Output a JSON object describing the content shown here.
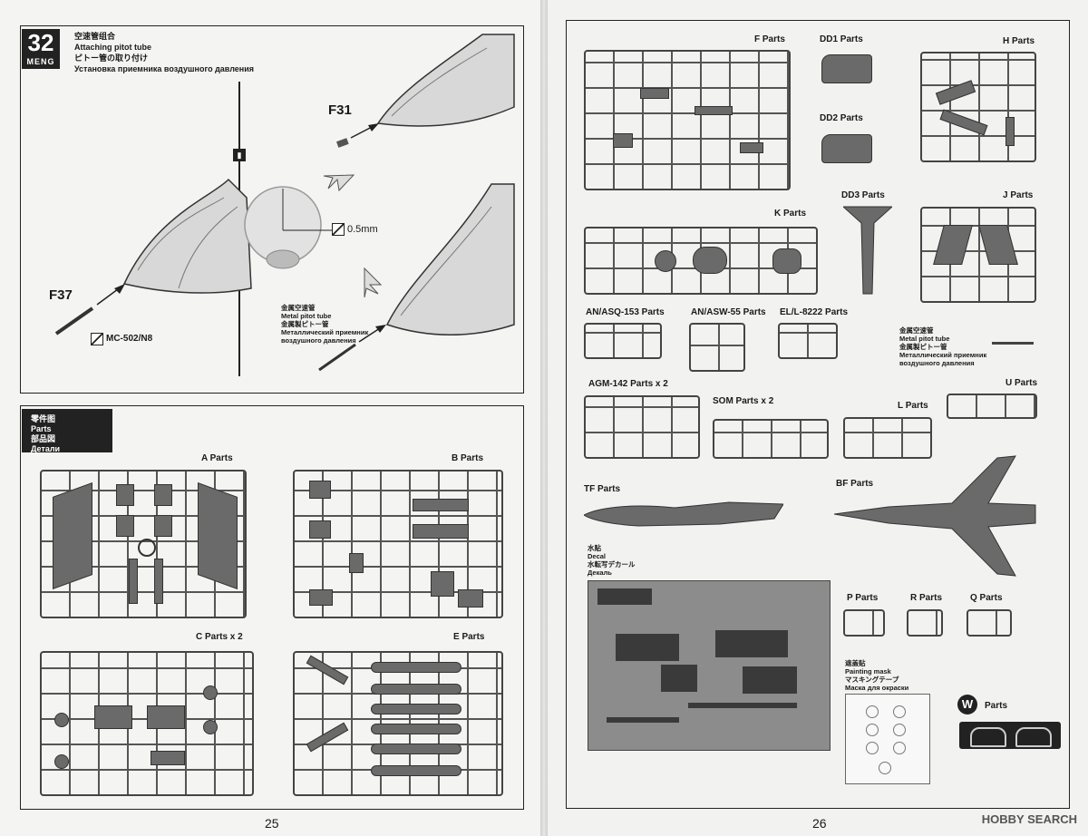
{
  "left": {
    "step": {
      "number": "32",
      "brand": "MENG",
      "title_zh": "空速管组合",
      "title_en": "Attaching pitot tube",
      "title_ja": "ピトー管の取り付け",
      "title_ru": "Установка приемника воздушного давления"
    },
    "callouts": {
      "f31": "F31",
      "f37": "F37",
      "drill": "0.5mm",
      "paint": "MC-502/N8"
    },
    "metal_tube": {
      "zh": "金属空速管",
      "en": "Metal pitot tube",
      "ja": "金属製ピトー管",
      "ru1": "Металлический приемник",
      "ru2": "воздушного давления"
    },
    "parts_header": {
      "zh": "零件图",
      "en": "Parts",
      "ja": "部品図",
      "ru": "Детали"
    },
    "sprue_labels": {
      "a": "A Parts",
      "b": "B Parts",
      "c": "C Parts x 2",
      "e": "E Parts"
    },
    "page_number": "25"
  },
  "right": {
    "labels": {
      "f": "F Parts",
      "dd1": "DD1 Parts",
      "dd2": "DD2 Parts",
      "h": "H Parts",
      "dd3": "DD3 Parts",
      "k": "K Parts",
      "j": "J Parts",
      "asq": "AN/ASQ-153 Parts",
      "asw": "AN/ASW-55 Parts",
      "el": "EL/L-8222 Parts",
      "agm": "AGM-142 Parts x 2",
      "som": "SOM Parts x 2",
      "u": "U Parts",
      "l": "L Parts",
      "tf": "TF Parts",
      "bf": "BF Parts",
      "p": "P Parts",
      "r": "R Parts",
      "q": "Q Parts",
      "w": "Parts",
      "w_letter": "W"
    },
    "metal_tube": {
      "zh": "金属空速管",
      "en": "Metal pitot tube",
      "ja": "金属製ピトー管",
      "ru1": "Металлический приемник",
      "ru2": "воздушного давления"
    },
    "decal": {
      "zh": "水贴",
      "en": "Decal",
      "ja": "水転写デカール",
      "ru": "Декаль"
    },
    "mask": {
      "zh": "遮盖贴",
      "en": "Painting mask",
      "ja": "マスキングテープ",
      "ru": "Маска для окраски"
    },
    "page_number": "26"
  },
  "watermark": "HOBBY SEARCH"
}
